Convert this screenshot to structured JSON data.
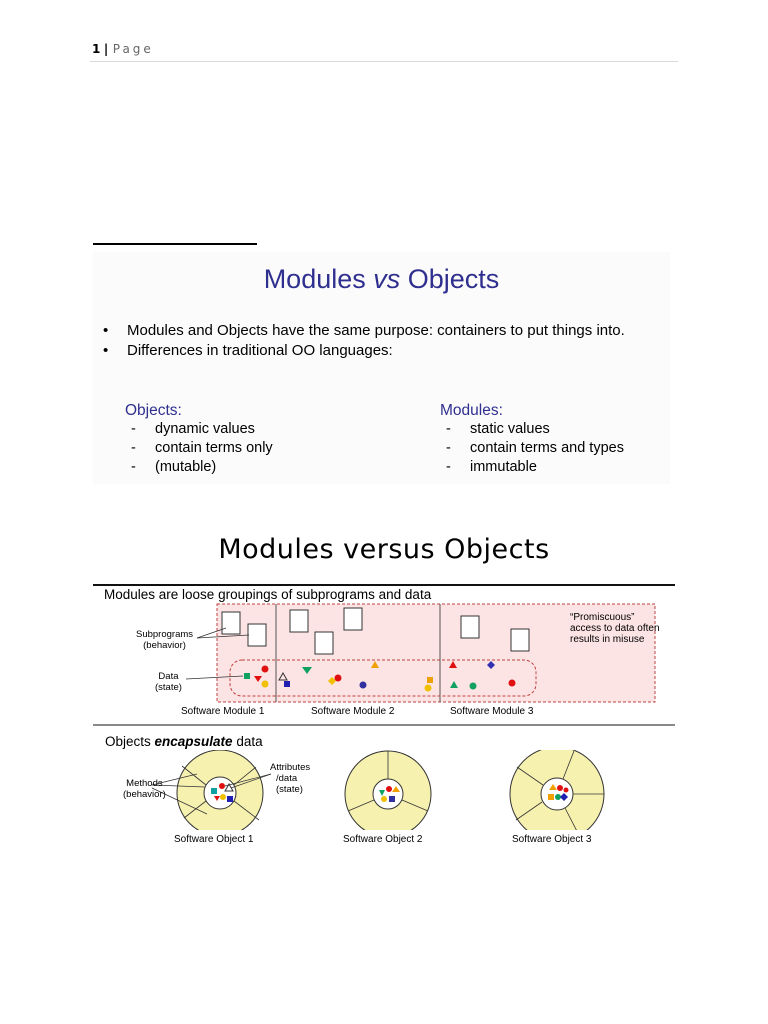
{
  "header": {
    "page_number": "1",
    "separator": "|",
    "page_word": "Page"
  },
  "slide1": {
    "title_part1": "Modules ",
    "title_vs": "vs",
    "title_part2": " Objects",
    "bullets": [
      "Modules and Objects have the same purpose: containers to put things into.",
      "Differences in traditional OO languages:"
    ],
    "objects": {
      "heading": "Objects:",
      "items": [
        "dynamic values",
        "contain terms only",
        "(mutable)"
      ]
    },
    "modules": {
      "heading": "Modules:",
      "items": [
        "static values",
        "contain terms and types",
        "immutable"
      ]
    }
  },
  "slide2": {
    "title": "Modules versus Objects",
    "modules_heading": "Modules are loose groupings of subprograms and data",
    "label_subprograms": "Subprograms",
    "label_behavior": "(behavior)",
    "label_data": "Data",
    "label_state": "(state)",
    "promiscuous_lines": [
      "“Promiscuous”",
      "access to data often",
      "results in misuse"
    ],
    "module_labels": [
      "Software Module 1",
      "Software Module 2",
      "Software Module 3"
    ],
    "objects_heading_prefix": "Objects ",
    "objects_heading_em": "encapsulate",
    "objects_heading_suffix": " data",
    "label_methods": "Methods",
    "label_attributes": "Attributes",
    "label_data_slash": "/data",
    "object_labels": [
      "Software Object 1",
      "Software Object 2",
      "Software Object 3"
    ],
    "colors": {
      "pink_bg": "#fde4e4",
      "object_fill": "#f7f1b0",
      "title_blue": "#2f2f8f"
    }
  }
}
